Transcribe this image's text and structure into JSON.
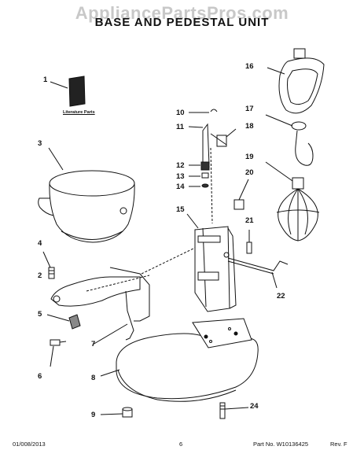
{
  "watermark": "AppliancePartsPros.com",
  "title": "BASE AND PEDESTAL UNIT",
  "literature_label": "Literature Parts",
  "callouts": [
    "1",
    "2",
    "3",
    "4",
    "5",
    "6",
    "7",
    "8",
    "9",
    "10",
    "11",
    "12",
    "13",
    "14",
    "15",
    "16",
    "17",
    "18",
    "19",
    "20",
    "21",
    "22",
    "24"
  ],
  "footer": {
    "date": "01/008/2013",
    "page": "6",
    "part_no": "Part No. W10136425",
    "rev": "Rev. F"
  }
}
